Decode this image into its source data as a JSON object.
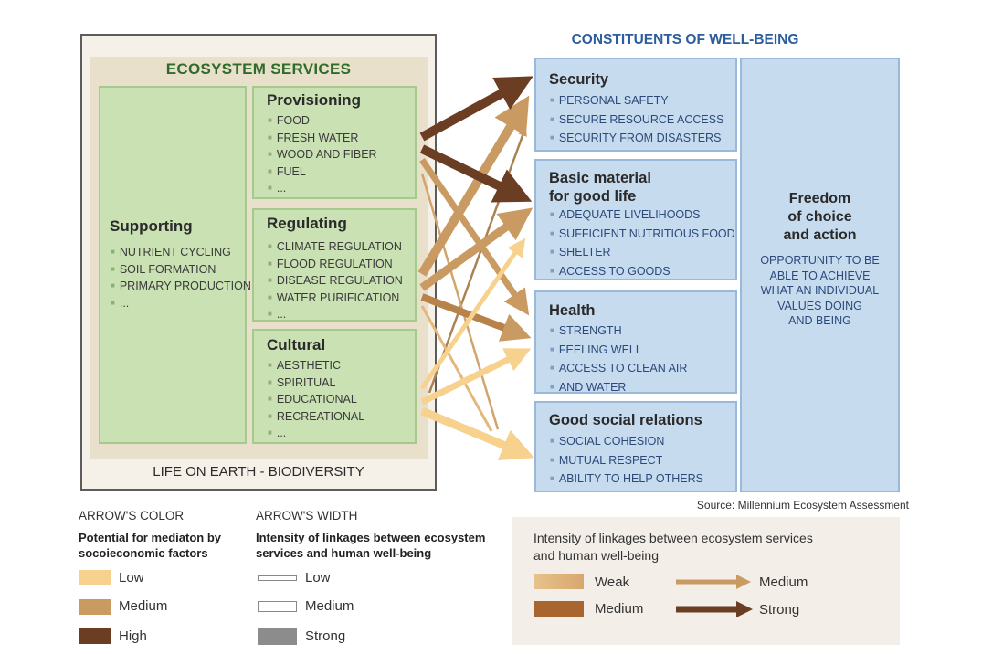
{
  "ecosystem": {
    "title": "ECOSYSTEM SERVICES",
    "footer": "LIFE ON EARTH - BIODIVERSITY",
    "supporting": {
      "title": "Supporting",
      "items": [
        "NUTRIENT CYCLING",
        "SOIL FORMATION",
        "PRIMARY PRODUCTION",
        "..."
      ]
    },
    "provisioning": {
      "title": "Provisioning",
      "items": [
        "FOOD",
        "FRESH WATER",
        "WOOD AND FIBER",
        "FUEL",
        "..."
      ]
    },
    "regulating": {
      "title": "Regulating",
      "items": [
        "CLIMATE REGULATION",
        "FLOOD REGULATION",
        "DISEASE REGULATION",
        "WATER PURIFICATION",
        "..."
      ]
    },
    "cultural": {
      "title": "Cultural",
      "items": [
        "AESTHETIC",
        "SPIRITUAL",
        "EDUCATIONAL",
        "RECREATIONAL",
        "..."
      ]
    }
  },
  "wellbeing": {
    "title": "CONSTITUENTS OF WELL-BEING",
    "security": {
      "title": "Security",
      "items": [
        "PERSONAL SAFETY",
        "SECURE RESOURCE ACCESS",
        "SECURITY FROM DISASTERS"
      ]
    },
    "material": {
      "title_line1": "Basic material",
      "title_line2": "for good life",
      "items": [
        "ADEQUATE LIVELIHOODS",
        "SUFFICIENT NUTRITIOUS FOOD",
        "SHELTER",
        "ACCESS TO GOODS"
      ]
    },
    "health": {
      "title": "Health",
      "items": [
        "STRENGTH",
        "FEELING WELL",
        "ACCESS TO CLEAN AIR",
        "AND WATER"
      ]
    },
    "social": {
      "title": "Good social relations",
      "items": [
        "SOCIAL COHESION",
        "MUTUAL RESPECT",
        "ABILITY TO HELP OTHERS"
      ]
    },
    "freedom": {
      "title_lines": [
        "Freedom",
        "of choice",
        "and action"
      ],
      "desc_lines": [
        "OPPORTUNITY TO BE",
        "ABLE TO ACHIEVE",
        "WHAT AN INDIVIDUAL",
        "VALUES DOING",
        "AND BEING"
      ]
    }
  },
  "source": "Source: Millennium Ecosystem Assessment",
  "legend": {
    "color": {
      "heading": "ARROW'S COLOR",
      "subtitle_line1": "Potential for mediaton by",
      "subtitle_line2": "socoieconomic factors",
      "items": [
        {
          "label": "Low",
          "color": "#f6d28e"
        },
        {
          "label": "Medium",
          "color": "#c99a62"
        },
        {
          "label": "High",
          "color": "#6b3e24"
        }
      ]
    },
    "width": {
      "heading": "ARROW'S WIDTH",
      "subtitle_line1": "Intensity of linkages between ecosystem",
      "subtitle_line2": "services and human well-being",
      "items": [
        {
          "label": "Low"
        },
        {
          "label": "Medium"
        },
        {
          "label": "Strong"
        }
      ]
    },
    "intensity": {
      "subtitle_line1": "Intensity of linkages between ecosystem services",
      "subtitle_line2": "and human well-being",
      "weak_label": "Weak",
      "medium_label": "Medium",
      "arrow_medium_label": "Medium",
      "arrow_strong_label": "Strong"
    }
  },
  "colors": {
    "low": "#f6d28e",
    "medium": "#c99a62",
    "high": "#6b3e24",
    "green_box": "#c9e1b3",
    "blue_box": "#c7dbef",
    "title_green": "#2f6b2b",
    "title_blue": "#2c5d9c"
  }
}
